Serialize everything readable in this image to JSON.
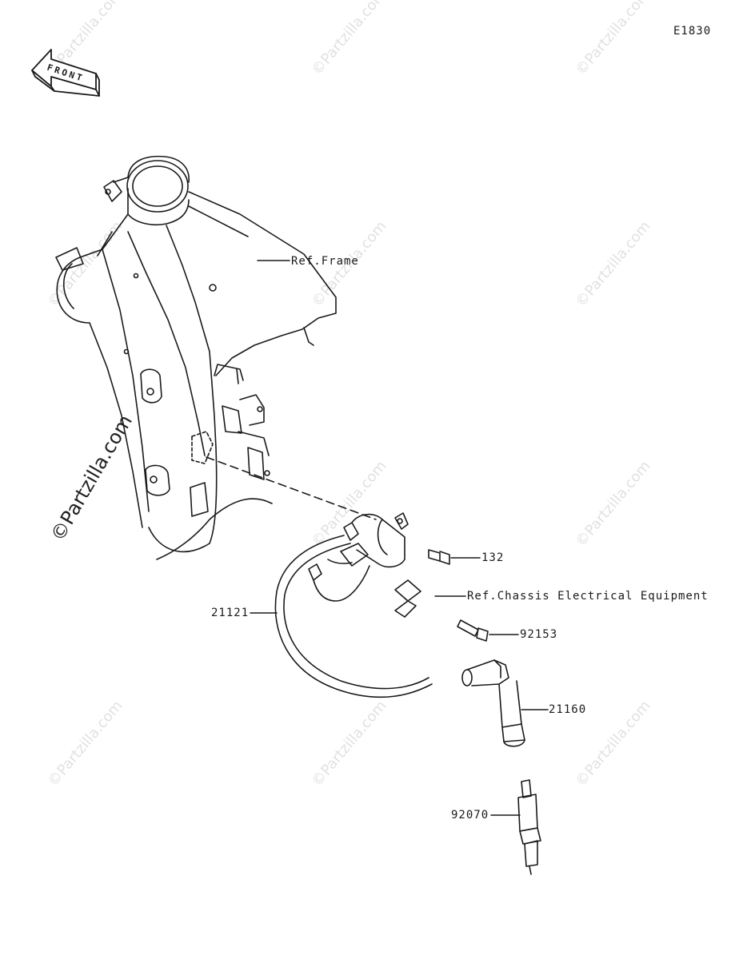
{
  "diagram_code": "E1830",
  "front_arrow": {
    "text": "FRONT",
    "icon": "front-arrow-icon"
  },
  "labels": {
    "ref_frame": "Ref.Frame",
    "ref_chassis": "Ref.Chassis Electrical Equipment",
    "part_132": "132",
    "part_21121": "21121",
    "part_92153": "92153",
    "part_21160": "21160",
    "part_92070": "92070"
  },
  "watermark": {
    "text": "©Partzilla.com",
    "main_text": "©Partzilla.com"
  },
  "colors": {
    "line": "#1a1a1a",
    "watermark": "#c9c9c9",
    "background": "#ffffff"
  }
}
